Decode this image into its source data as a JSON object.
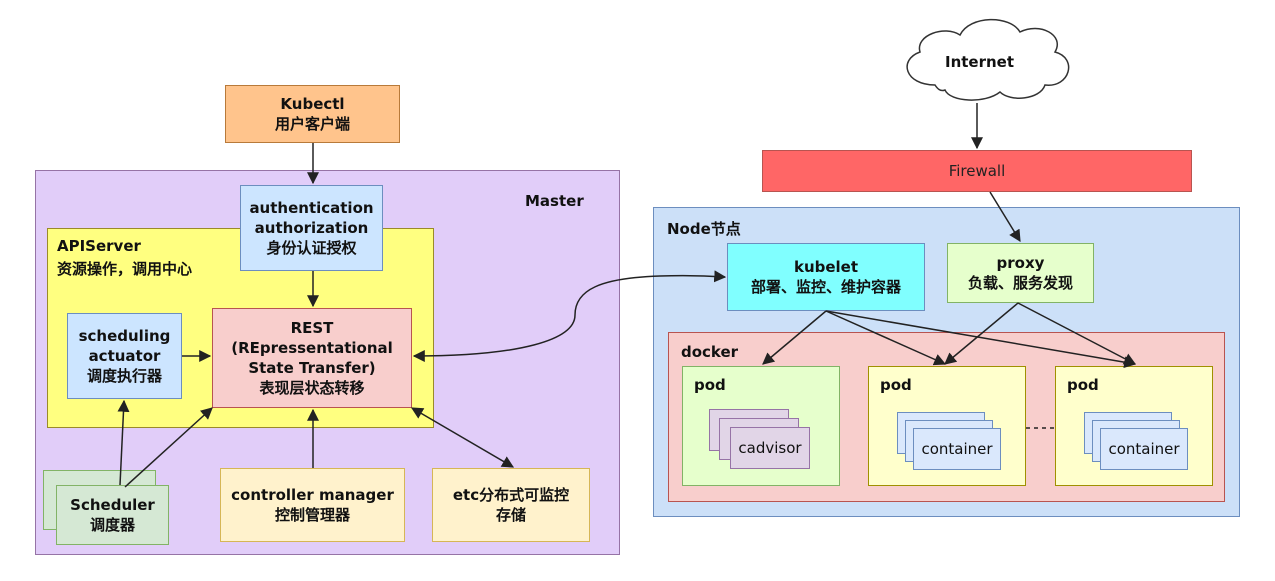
{
  "cloud": {
    "label": "Internet"
  },
  "firewall": {
    "label": "Firewall"
  },
  "kubectl": {
    "line1": "Kubectl",
    "line2": "用户客户端"
  },
  "master": {
    "label": "Master",
    "auth": {
      "line1": "authentication",
      "line2": "authorization",
      "line3": "身份认证授权"
    },
    "apiserver": {
      "line1": "APIServer",
      "line2": "资源操作，调用中心"
    },
    "scheduling": {
      "line1": "scheduling",
      "line2": "actuator",
      "line3": "调度执行器"
    },
    "rest": {
      "line1": "REST",
      "line2": "(REpressentational",
      "line3": "State Transfer)",
      "line4": "表现层状态转移"
    },
    "scheduler": {
      "line1": "Scheduler",
      "line2": "调度器"
    },
    "controller": {
      "line1": "controller manager",
      "line2": "控制管理器"
    },
    "etc": {
      "line1": "etc分布式可监控",
      "line2": "存储"
    }
  },
  "node": {
    "label": "Node节点",
    "kubelet": {
      "line1": "kubelet",
      "line2": "部署、监控、维护容器"
    },
    "proxy": {
      "line1": "proxy",
      "line2": "负载、服务发现"
    },
    "docker": {
      "label": "docker"
    },
    "pods": [
      {
        "label": "pod",
        "inner": "cadvisor"
      },
      {
        "label": "pod",
        "inner": "container"
      },
      {
        "label": "pod",
        "inner": "container"
      }
    ]
  }
}
